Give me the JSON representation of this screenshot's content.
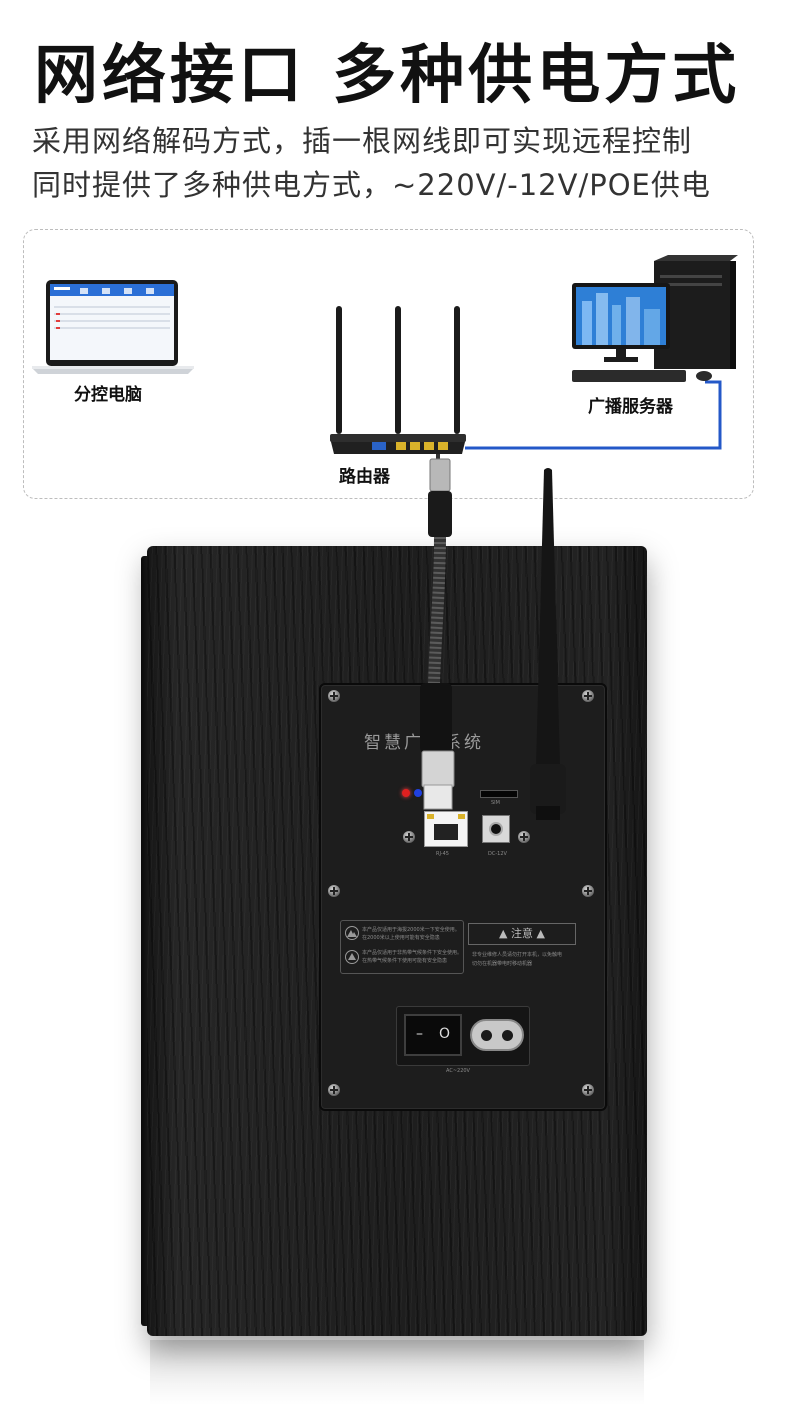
{
  "header": {
    "title": "网络接口  多种供电方式",
    "subtitle_line1": "采用网络解码方式，插一根网线即可实现远程控制",
    "subtitle_line2": "同时提供了多种供电方式，~220V/-12V/POE供电"
  },
  "diagram": {
    "laptop_label": "分控电脑",
    "router_label": "路由器",
    "server_label": "广播服务器"
  },
  "panel": {
    "brand_text": "智慧广播系统",
    "sim_label": "SIM",
    "rj45_label": "RJ-45",
    "dc_label": "DC-12V",
    "notice_left_1": "本产品仅适用于海拔2000米一下安全使用。",
    "notice_left_2": "在2000米以上使用可能有安全隐患",
    "notice_left_3": "本产品仅适用于非热带气候条件下安全使用。",
    "notice_left_4": "在热带气候条件下使用可能有安全隐患",
    "warning_title": "注意",
    "notice_right_1": "非专业维修人员请勿打开本机，以免触电",
    "notice_right_2": "切勿在机器带电时移动机器",
    "ac_label": "AC~220V",
    "switch_off": "–",
    "switch_on": "O"
  },
  "colors": {
    "cable_blue": "#2458c8",
    "speaker_body": "#1e1e1e",
    "panel_bg": "#1d1d1d",
    "led_red": "#e02020",
    "led_blue": "#2040e0"
  }
}
